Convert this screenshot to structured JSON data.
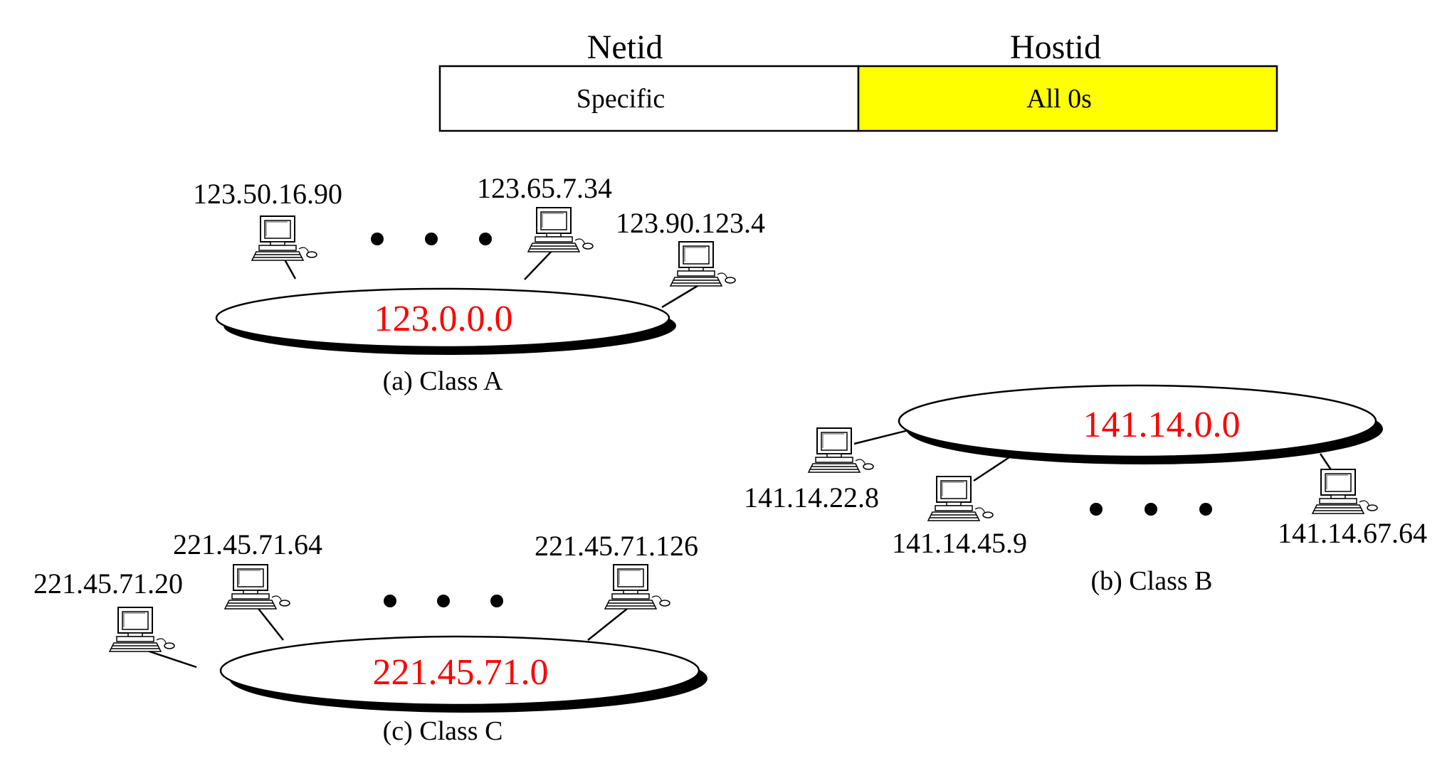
{
  "header": {
    "netid_label": "Netid",
    "hostid_label": "Hostid",
    "netid_value": "Specific",
    "hostid_value": "All 0s",
    "hostid_fill": "#ffff00"
  },
  "colors": {
    "network_address": "#ff0000"
  },
  "class_a": {
    "network": "123.0.0.0",
    "caption": "(a) Class A",
    "hosts": [
      "123.50.16.90",
      "123.65.7.34",
      "123.90.123.4"
    ]
  },
  "class_b": {
    "network": "141.14.0.0",
    "caption": "(b) Class B",
    "hosts": [
      "141.14.22.8",
      "141.14.45.9",
      "141.14.67.64"
    ]
  },
  "class_c": {
    "network": "221.45.71.0",
    "caption": "(c) Class C",
    "hosts": [
      "221.45.71.20",
      "221.45.71.64",
      "221.45.71.126"
    ]
  },
  "icons": {
    "host": "computer-icon",
    "ellipsis": "ellipsis-dots"
  }
}
